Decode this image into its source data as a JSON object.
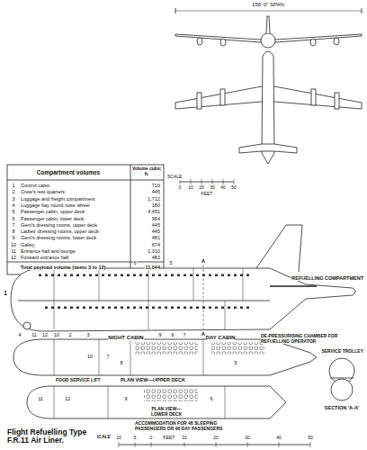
{
  "diagram": {
    "caption": "Flight Refuelling Type F.R.11 Air Liner.",
    "labels": [
      "156' 0\" SPAN",
      "SCALE",
      "0",
      "10",
      "20",
      "30",
      "40",
      "50",
      "FEET",
      "Compartment volumes",
      "Volume cubic ft.",
      "1",
      "Control cabin",
      "710",
      "2",
      "Crew's rest quarters",
      "445",
      "3",
      "Luggage and freight compartment",
      "1,712",
      "4",
      "Luggage bay round nose wheel",
      "180",
      "5",
      "Passenger cabin, upper deck",
      "4,451",
      "6",
      "Passenger cabin, lower deck",
      "964",
      "7",
      "Gent's dressing rooms, upper deck",
      "445",
      "8",
      "Ladies' dressing rooms, upper deck",
      "445",
      "9",
      "Gent's dressing rooms, lower deck",
      "481",
      "10",
      "Galley",
      "674",
      "11",
      "Entrance hall and lounge",
      "1,310",
      "12",
      "Forward entrance hall",
      "482",
      "Total payload volume (items 3 to 12)",
      "11,044",
      "A",
      "A",
      "REFUELLING COMPARTMENT",
      "1",
      "NIGHT CABIN",
      "DAY CABIN",
      "DE-PRESSURISING CHAMBER FOR REFUELLING OPERATOR",
      "PLAN VIEW—UPPER DECK",
      "SERVICE TROLLEY",
      "FOOD SERVICE LIFT",
      "PLAN VIEW—LOWER DECK",
      "ACCOMMODATION FOR 48 SLEEPING PASSENGERS OR 96 DAY PASSENGERS",
      "SECTION 'A-A'",
      "SCALE",
      "10",
      "5",
      "0",
      "FEET",
      "10",
      "20",
      "30",
      "40",
      "50",
      "4",
      "11",
      "12",
      "10",
      "2",
      "3",
      "9",
      "6",
      "7",
      "6",
      "5",
      "10",
      "7",
      "8",
      "5",
      "11",
      "12",
      "9",
      "6"
    ]
  }
}
